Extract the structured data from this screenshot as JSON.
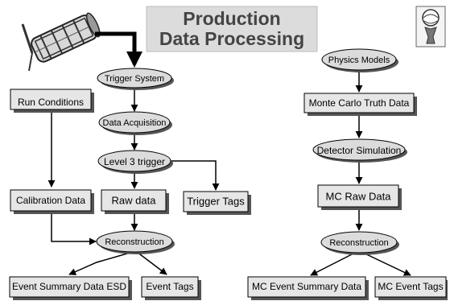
{
  "title": {
    "line1": "Production",
    "line2": "Data Processing"
  },
  "nodes": {
    "trigger_system": "Trigger System",
    "data_acquisition": "Data Acquisition",
    "level3_trigger": "Level 3 trigger",
    "run_conditions": "Run Conditions",
    "calibration_data": "Calibration Data",
    "raw_data": "Raw data",
    "trigger_tags": "Trigger Tags",
    "reconstruction_data": "Reconstruction",
    "event_summary_data": "Event Summary Data ESD",
    "event_tags": "Event Tags",
    "physics_models": "Physics Models",
    "mc_truth_data": "Monte Carlo Truth Data",
    "detector_simulation": "Detector Simulation",
    "mc_raw_data": "MC Raw Data",
    "reconstruction_mc": "Reconstruction",
    "mc_event_summary": "MC Event Summary Data",
    "mc_event_tags": "MC Event Tags"
  },
  "icons": {
    "detector": "detector-icon",
    "logo": "atlas-figure-logo"
  },
  "colors": {
    "box_fill": "#e6e6e6",
    "ellipse_fill": "#dcdcdc",
    "shadow": "#555555",
    "title_bg": "#dcdcdc",
    "title_text": "#444444",
    "line": "#000000"
  }
}
